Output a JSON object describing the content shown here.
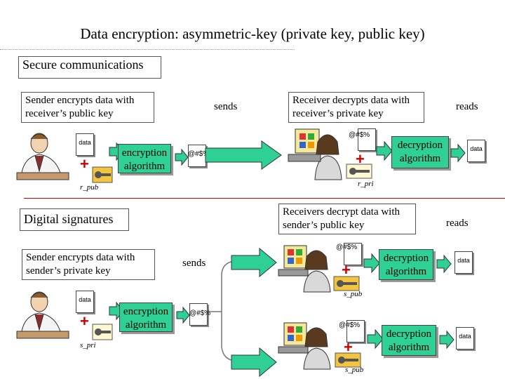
{
  "title": "Data encryption: asymmetric-key (private key, public key)",
  "secure": {
    "heading": "Secure communications",
    "sender_note": "Sender encrypts data with receiver’s public key",
    "sends": "sends",
    "receiver_note": "Receiver decrypts data with receiver’s private key",
    "reads": "reads",
    "data": "data",
    "cipher": "@#$%",
    "encryption": "encryption algorithm",
    "decryption": "decryption algorithm",
    "sender_key": "r_pub",
    "receiver_key": "r_pri"
  },
  "signatures": {
    "heading": "Digital signatures",
    "sender_note": "Sender encrypts data with sender’s private key",
    "sends": "sends",
    "receiver_note": "Receivers decrypt data with sender’s public key",
    "reads": "reads",
    "data": "data",
    "cipher": "@#$%",
    "encryption": "encryption algorithm",
    "decryption": "decryption algorithm",
    "sender_key": "s_pri",
    "receiver_key_1": "s_pub",
    "receiver_key_2": "s_pub"
  },
  "colors": {
    "algorithm_fill": "#2fd095",
    "arrow": "#2fd095",
    "divider": "#cc0000",
    "plus": "#cc0000"
  }
}
